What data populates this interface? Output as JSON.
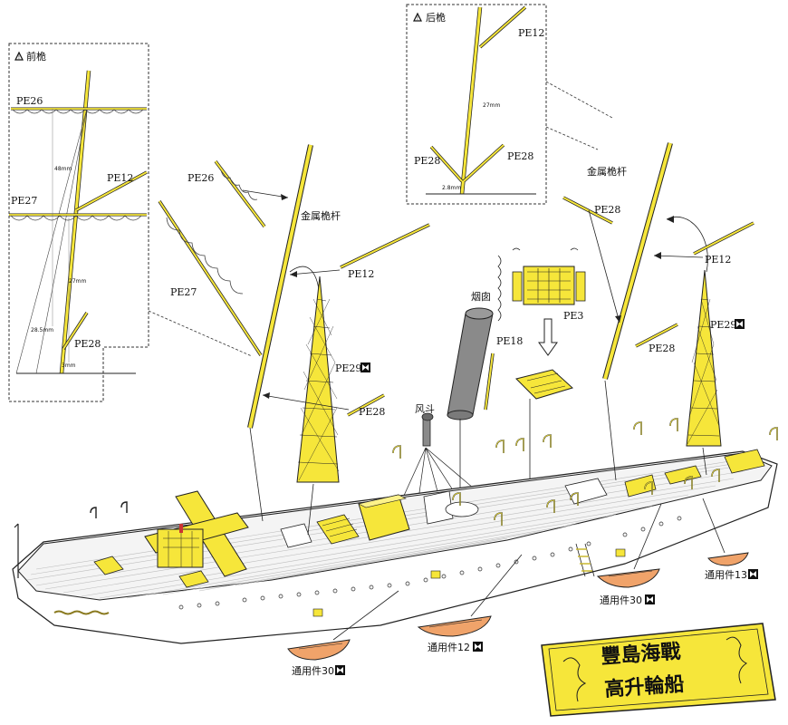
{
  "panels": {
    "fore_mast_title": "前桅",
    "rear_mast_title": "后桅"
  },
  "labels": {
    "pe26_panel": "PE26",
    "pe27_panel": "PE27",
    "pe12_panel": "PE12",
    "pe28_panel": "PE28",
    "dim_48": "48mm",
    "dim_27_fore": "27mm",
    "dim_285": "28.5mm",
    "dim_3": "3mm",
    "pe12_rear_panel": "PE12",
    "pe28_rear_left": "PE28",
    "pe28_rear_right": "PE28",
    "dim_27_rear": "27mm",
    "dim_28": "2.8mm",
    "pe26_main": "PE26",
    "pe27_main": "PE27",
    "metal_mast_left": "金属桅杆",
    "pe12_left": "PE12",
    "pe29_left": "PE29",
    "pe28_left": "PE28",
    "funnel": "烟囱",
    "pe18": "PE18",
    "pe3": "PE3",
    "vent": "风斗",
    "metal_mast_right": "金属桅杆",
    "pe28_right_top": "PE28",
    "pe12_right": "PE12",
    "pe29_right": "PE29",
    "pe28_right_bottom": "PE28",
    "common13": "通用件13",
    "common30_right": "通用件30",
    "common12": "通用件12",
    "common30_left": "通用件30"
  },
  "plaque": {
    "line1": "豐島海戰",
    "line2": "高升輪船"
  },
  "colors": {
    "yellow": "#f6e63a",
    "outline": "#222222",
    "funnel": "#8a8a8a",
    "boat": "#f0a36a",
    "hull": "#ffffff"
  },
  "icons": {
    "warning": "warning-icon",
    "sheet": "sheet-icon"
  }
}
